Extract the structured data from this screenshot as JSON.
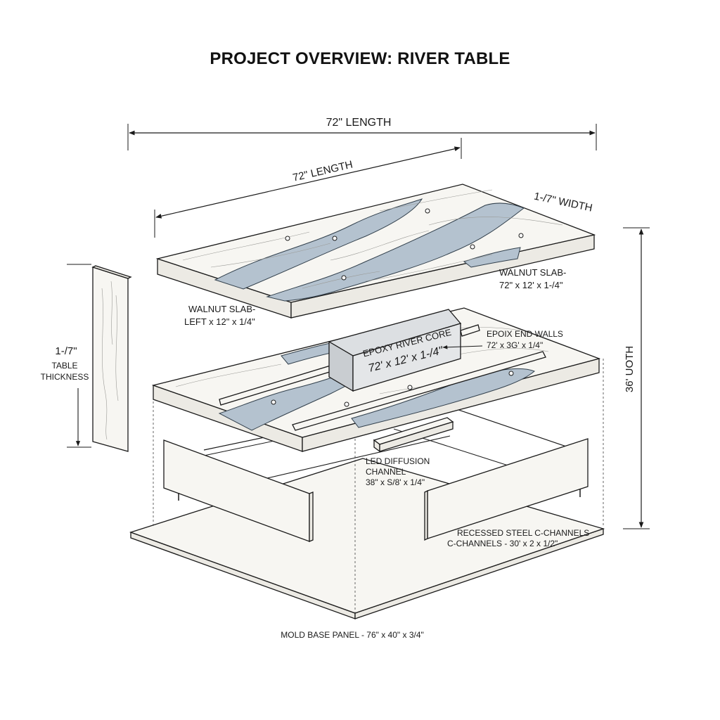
{
  "title": "PROJECT OVERVIEW: RIVER TABLE",
  "dimensions": {
    "top_length": "72\" LENGTH",
    "slab_length": "72\" LENGTH",
    "slab_width": "1-/7\" WIDTH",
    "overall_width": "36' UOTH",
    "thickness_value": "1-/7\"",
    "thickness_word1": "TABLE",
    "thickness_word2": "THICKNESS"
  },
  "labels": {
    "walnut_right_1": "WALNUT SLAB-",
    "walnut_right_2": "72\" x 12' x 1-/4\"",
    "walnut_left_1": "WALNUT SLAB-",
    "walnut_left_2": "LEFT x 12\" x 1/4\"",
    "epoxy_core_1": "EPOXY RIVER CORE",
    "epoxy_core_2": "72' x 12' x 1-/4\"",
    "end_walls_1": "EPOIX END WALLS",
    "end_walls_2": "72' x 3G' x 1/4\"",
    "led_1": "LED DIFFUSION",
    "led_2": "CHANNEL",
    "led_3": "38\" x S/8' x 1/4\"",
    "steel_1": "RECESSED STEEL C-CHANNELS",
    "steel_2": "C-CHANNELS - 30' x 2 x 1/2\"",
    "mold_base": "MOLD BASE PANEL - 76\" x 40\" x 3/4\""
  },
  "colors": {
    "epoxy": "#b4c2cf",
    "wood": "#f7f6f2",
    "line": "#1a1a1a"
  }
}
